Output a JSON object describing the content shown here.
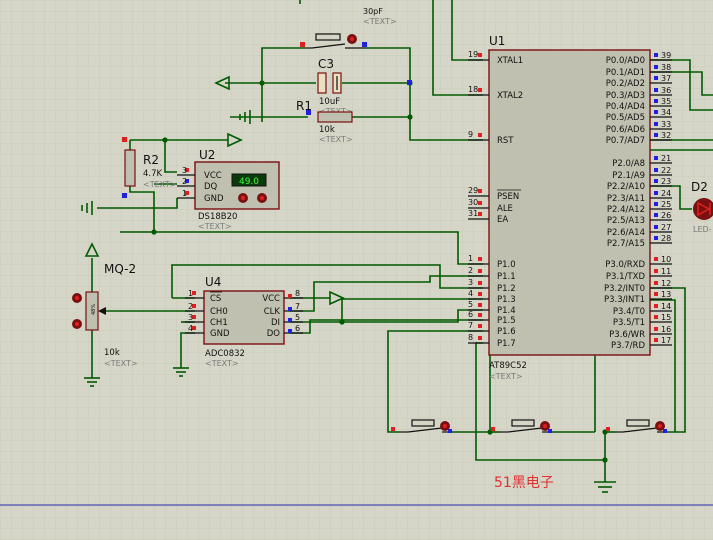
{
  "top_hint": "30pF",
  "top_hint_text": "<TEXT>",
  "u1": {
    "ref": "U1",
    "part": "AT89C52",
    "text": "<TEXT>",
    "left_pins": [
      {
        "num": "19",
        "name": "XTAL1"
      },
      {
        "num": "18",
        "name": "XTAL2"
      },
      {
        "num": "9",
        "name": "RST"
      },
      {
        "num": "29",
        "name": "PSEN"
      },
      {
        "num": "30",
        "name": "ALE"
      },
      {
        "num": "31",
        "name": "EA"
      },
      {
        "num": "1",
        "name": "P1.0"
      },
      {
        "num": "2",
        "name": "P1.1"
      },
      {
        "num": "3",
        "name": "P1.2"
      },
      {
        "num": "4",
        "name": "P1.3"
      },
      {
        "num": "5",
        "name": "P1.4"
      },
      {
        "num": "6",
        "name": "P1.5"
      },
      {
        "num": "7",
        "name": "P1.6"
      },
      {
        "num": "8",
        "name": "P1.7"
      }
    ],
    "right_pins": [
      {
        "num": "39",
        "name": "P0.0/AD0"
      },
      {
        "num": "38",
        "name": "P0.1/AD1"
      },
      {
        "num": "37",
        "name": "P0.2/AD2"
      },
      {
        "num": "36",
        "name": "P0.3/AD3"
      },
      {
        "num": "35",
        "name": "P0.4/AD4"
      },
      {
        "num": "34",
        "name": "P0.5/AD5"
      },
      {
        "num": "33",
        "name": "P0.6/AD6"
      },
      {
        "num": "32",
        "name": "P0.7/AD7"
      },
      {
        "num": "21",
        "name": "P2.0/A8"
      },
      {
        "num": "22",
        "name": "P2.1/A9"
      },
      {
        "num": "23",
        "name": "P2.2/A10"
      },
      {
        "num": "24",
        "name": "P2.3/A11"
      },
      {
        "num": "25",
        "name": "P2.4/A12"
      },
      {
        "num": "26",
        "name": "P2.5/A13"
      },
      {
        "num": "27",
        "name": "P2.6/A14"
      },
      {
        "num": "28",
        "name": "P2.7/A15"
      },
      {
        "num": "10",
        "name": "P3.0/RXD"
      },
      {
        "num": "11",
        "name": "P3.1/TXD"
      },
      {
        "num": "12",
        "name": "P3.2/INT0"
      },
      {
        "num": "13",
        "name": "P3.3/INT1"
      },
      {
        "num": "14",
        "name": "P3.4/T0"
      },
      {
        "num": "15",
        "name": "P3.5/T1"
      },
      {
        "num": "16",
        "name": "P3.6/WR"
      },
      {
        "num": "17",
        "name": "P3.7/RD"
      }
    ]
  },
  "c3": {
    "ref": "C3",
    "value": "10uF",
    "text": "<TEXT>"
  },
  "r1": {
    "ref": "R1",
    "value": "10k",
    "text": "<TEXT>"
  },
  "r2": {
    "ref": "R2",
    "value": "4.7K",
    "text": "<TEXT>"
  },
  "u2": {
    "ref": "U2",
    "part": "DS18B20",
    "text": "<TEXT>",
    "display": "49.0",
    "pins": [
      {
        "num": "3",
        "name": "VCC"
      },
      {
        "num": "2",
        "name": "DQ"
      },
      {
        "num": "1",
        "name": "GND"
      }
    ]
  },
  "u4": {
    "ref": "U4",
    "part": "ADC0832",
    "text": "<TEXT>",
    "left_pins": [
      {
        "num": "1",
        "name": "CS"
      },
      {
        "num": "2",
        "name": "CH0"
      },
      {
        "num": "3",
        "name": "CH1"
      },
      {
        "num": "4",
        "name": "GND"
      }
    ],
    "right_pins": [
      {
        "num": "8",
        "name": "VCC"
      },
      {
        "num": "7",
        "name": "CLK"
      },
      {
        "num": "5",
        "name": "DI"
      },
      {
        "num": "6",
        "name": "DO"
      }
    ]
  },
  "mq2": {
    "ref": "MQ-2",
    "value": "10k",
    "text": "<TEXT>",
    "wiper": "48%"
  },
  "d2": {
    "ref": "D2",
    "part": "LED-"
  },
  "watermark": "51黑电子",
  "colors": {
    "background": "#d6d6c8",
    "grid": "#c6c6b6",
    "wire": "#005a00",
    "body": "#c0c0b0",
    "outline": "#7a1010",
    "pin_red": "#e02020",
    "pin_blue": "#2020e0",
    "watermark": "#e03030",
    "rule": "#2a2ab0"
  }
}
